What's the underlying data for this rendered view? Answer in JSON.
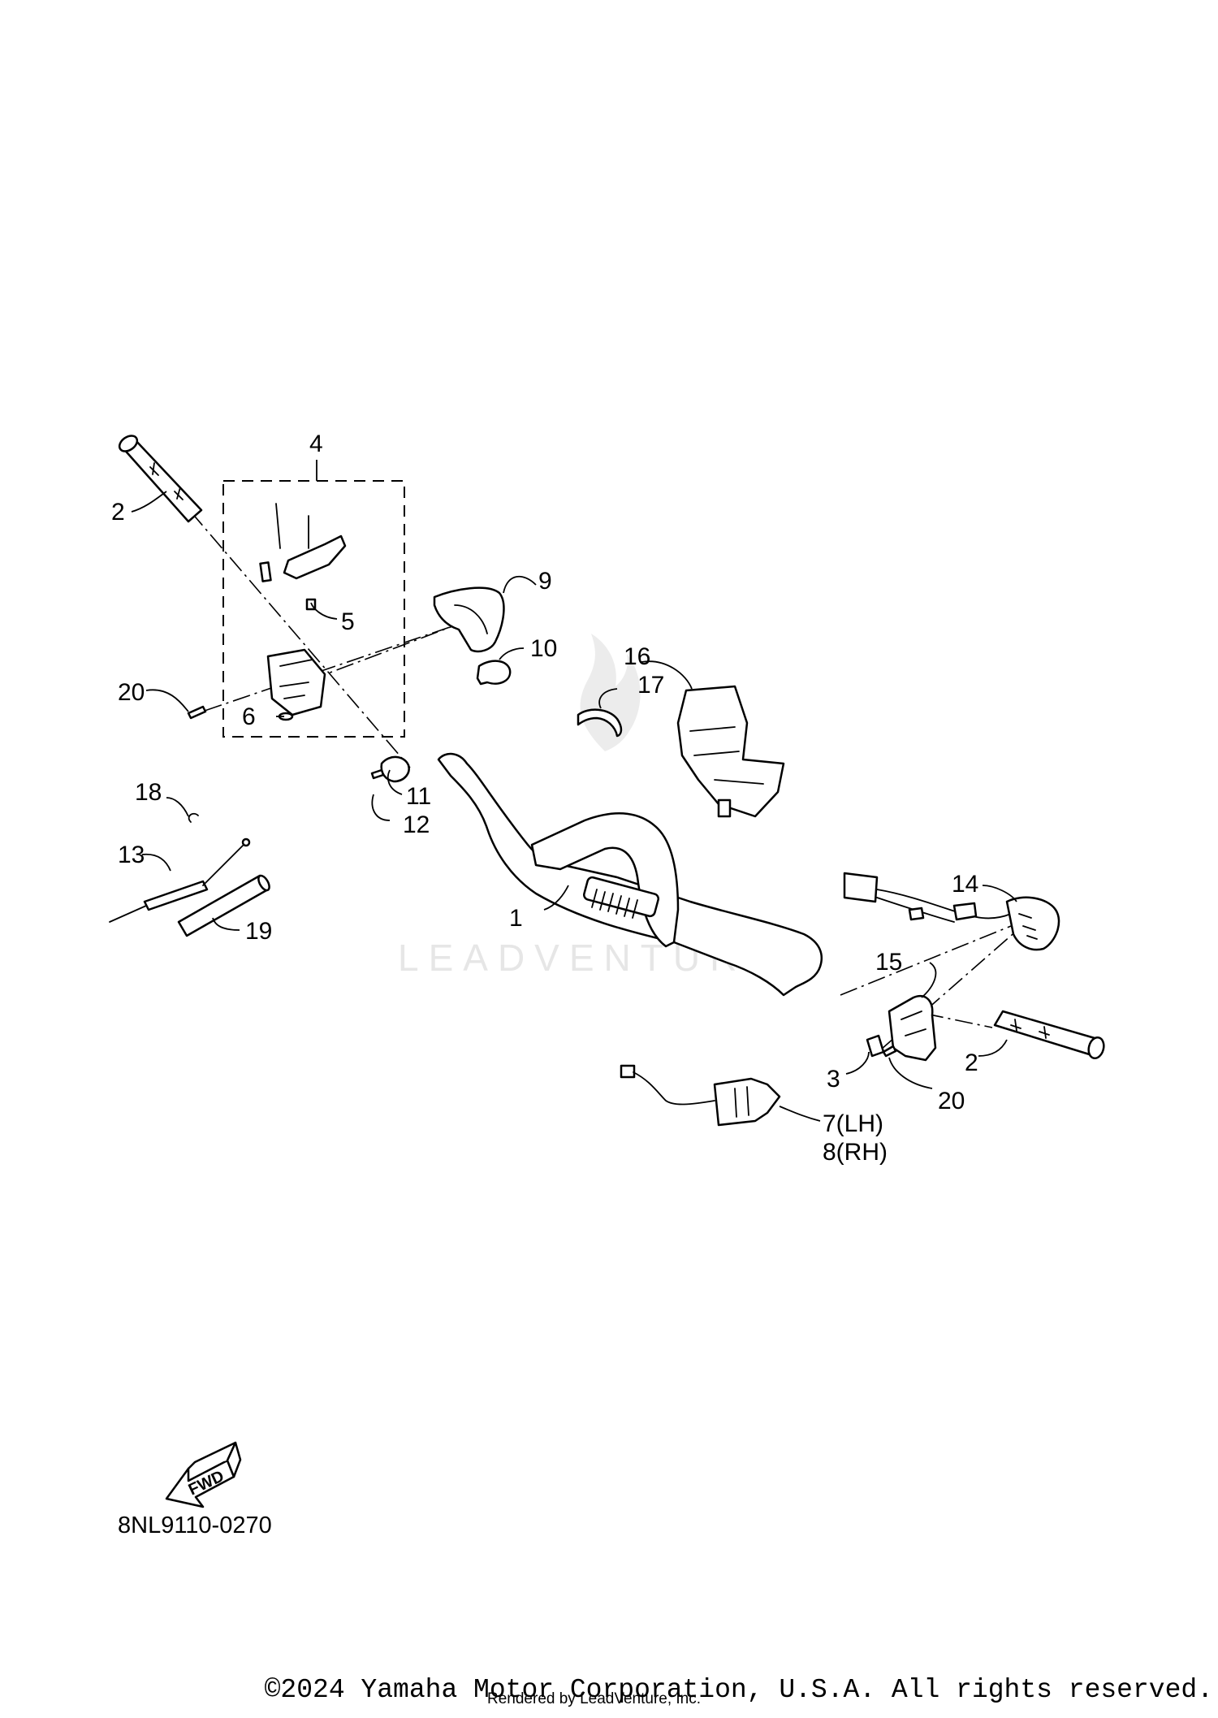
{
  "diagram": {
    "callouts": {
      "p1": "1",
      "p2_left": "2",
      "p2_right": "2",
      "p3": "3",
      "p4": "4",
      "p5": "5",
      "p6": "6",
      "p7": "7(LH)",
      "p8": "8(RH)",
      "p9": "9",
      "p10": "10",
      "p11": "11",
      "p12": "12",
      "p13": "13",
      "p14": "14",
      "p15": "15",
      "p16": "16",
      "p17": "17",
      "p18": "18",
      "p19": "19",
      "p20_left": "20",
      "p20_right": "20"
    },
    "fwd_label": "FWD",
    "page_code": "8NL9110-0270"
  },
  "watermark": {
    "text": "LEADVENTURE"
  },
  "footer": {
    "copyright": "©2024 Yamaha Motor Corporation, U.S.A. All rights reserved.",
    "rendered_by": "Rendered by LeadVenture, Inc."
  }
}
